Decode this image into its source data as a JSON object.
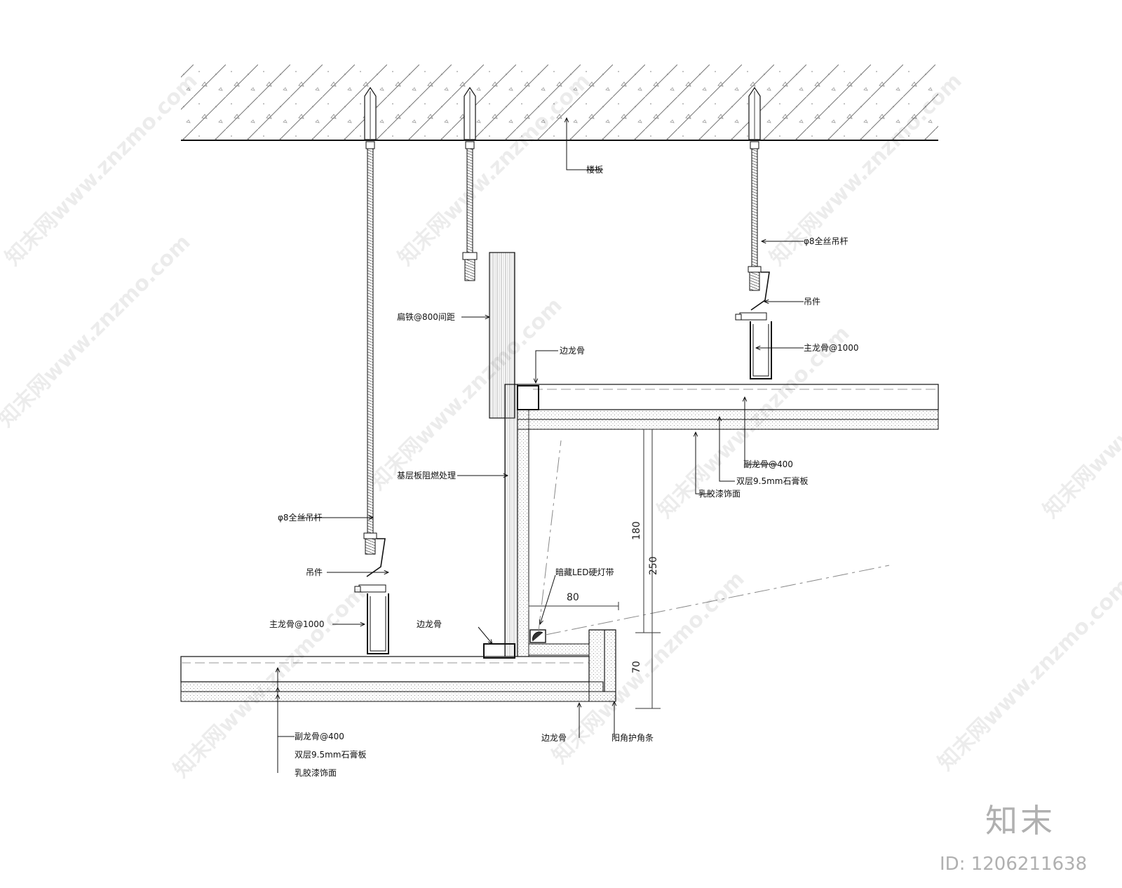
{
  "labels": {
    "floor_slab": "楼板",
    "rod_left": "φ8全丝吊杆",
    "rod_right": "φ8全丝吊杆",
    "hanger_left": "吊件",
    "hanger_right": "吊件",
    "main_keel_left": "主龙骨@1000",
    "main_keel_right": "主龙骨@1000",
    "flat_iron": "扁铁@800间距",
    "edge_keel_top": "边龙骨",
    "edge_keel_mid": "边龙骨",
    "edge_keel_bottom": "边龙骨",
    "base_board": "基层板阻燃处理",
    "sub_keel_right": "副龙骨@400",
    "gypsum_right": "双层9.5mm石膏板",
    "latex_right": "乳胶漆饰面",
    "led_strip": "暗藏LED硬灯带",
    "sub_keel_left": "副龙骨@400",
    "gypsum_left": "双层9.5mm石膏板",
    "latex_left": "乳胶漆饰面",
    "corner_guard": "阳角护角条"
  },
  "dimensions": {
    "d180": "180",
    "d250": "250",
    "d80": "80",
    "d70": "70"
  },
  "watermark": {
    "text": "知末网www.znzmo.com",
    "brand": "知末",
    "id": "ID: 1206211638"
  },
  "colors": {
    "line": "#1a1a1a",
    "hatch": "#555555",
    "watermark": "#b0b0b0"
  }
}
